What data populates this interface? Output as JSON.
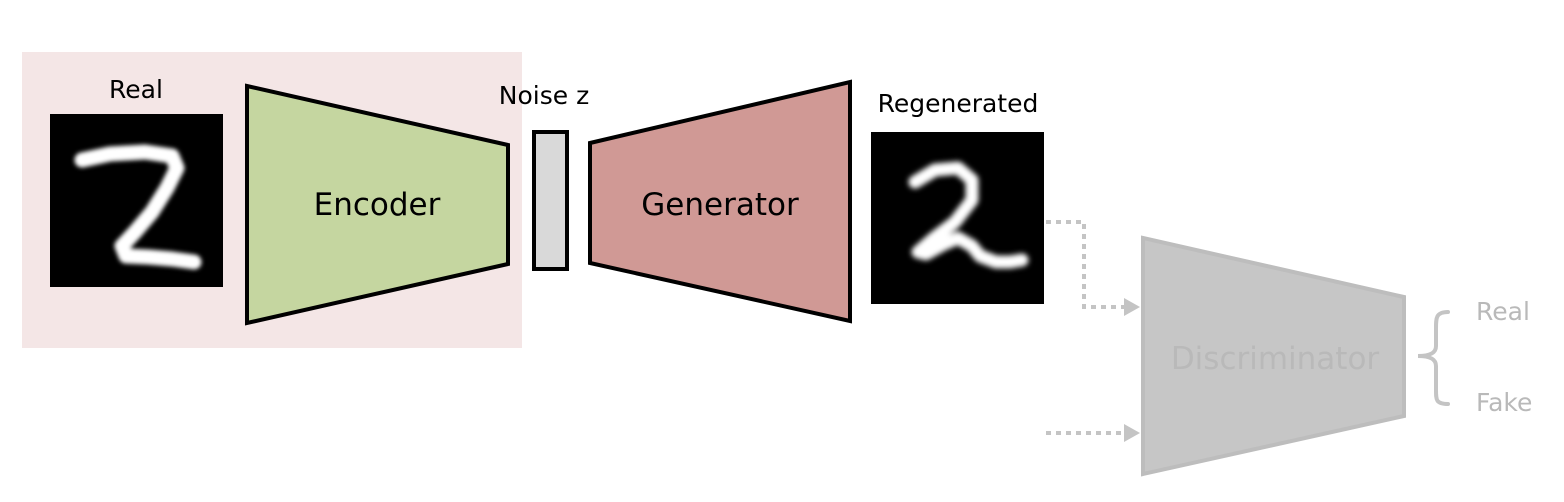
{
  "labels": {
    "real_input": "Real",
    "noise": "Noise z",
    "regenerated": "Regenerated",
    "output_real": "Real",
    "output_fake": "Fake"
  },
  "blocks": {
    "encoder": "Encoder",
    "generator": "Generator",
    "discriminator": "Discriminator"
  },
  "colors": {
    "highlight_region": "#f4e6e6",
    "encoder_fill": "#c5d6a0",
    "generator_fill": "#d09995",
    "noise_fill": "#d9d9d9",
    "discriminator_fill": "#c6c6c6",
    "discriminator_text": "#b9b9b9",
    "faded_arrow": "#c4c4c4",
    "outline": "#000000"
  },
  "images": {
    "real_digit": "handwritten-digit-2",
    "regenerated_digit": "handwritten-digit-2"
  }
}
